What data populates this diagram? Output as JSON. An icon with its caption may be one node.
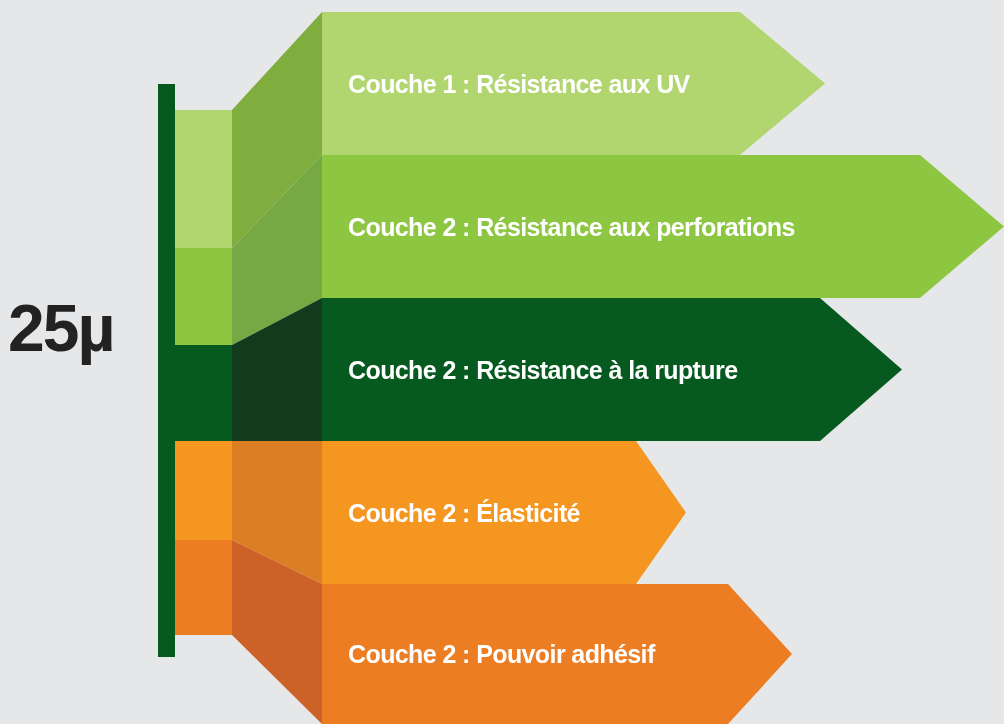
{
  "diagram": {
    "nodes": [
      {
        "text": [
          "Couche 1 : Résistance aux UV"
        ]
      },
      {
        "text": [
          "Couche 2 : Résistance aux perforations"
        ]
      },
      {
        "text": [
          "Couche 2 : Résistance à la rupture"
        ]
      },
      {
        "text": [
          "Couche 2 : Élasticité"
        ]
      },
      {
        "text": [
          "Couche 2 : Pouvoir adhésif"
        ]
      }
    ],
    "edges": [],
    "labels": [
      "25µ"
    ]
  }
}
